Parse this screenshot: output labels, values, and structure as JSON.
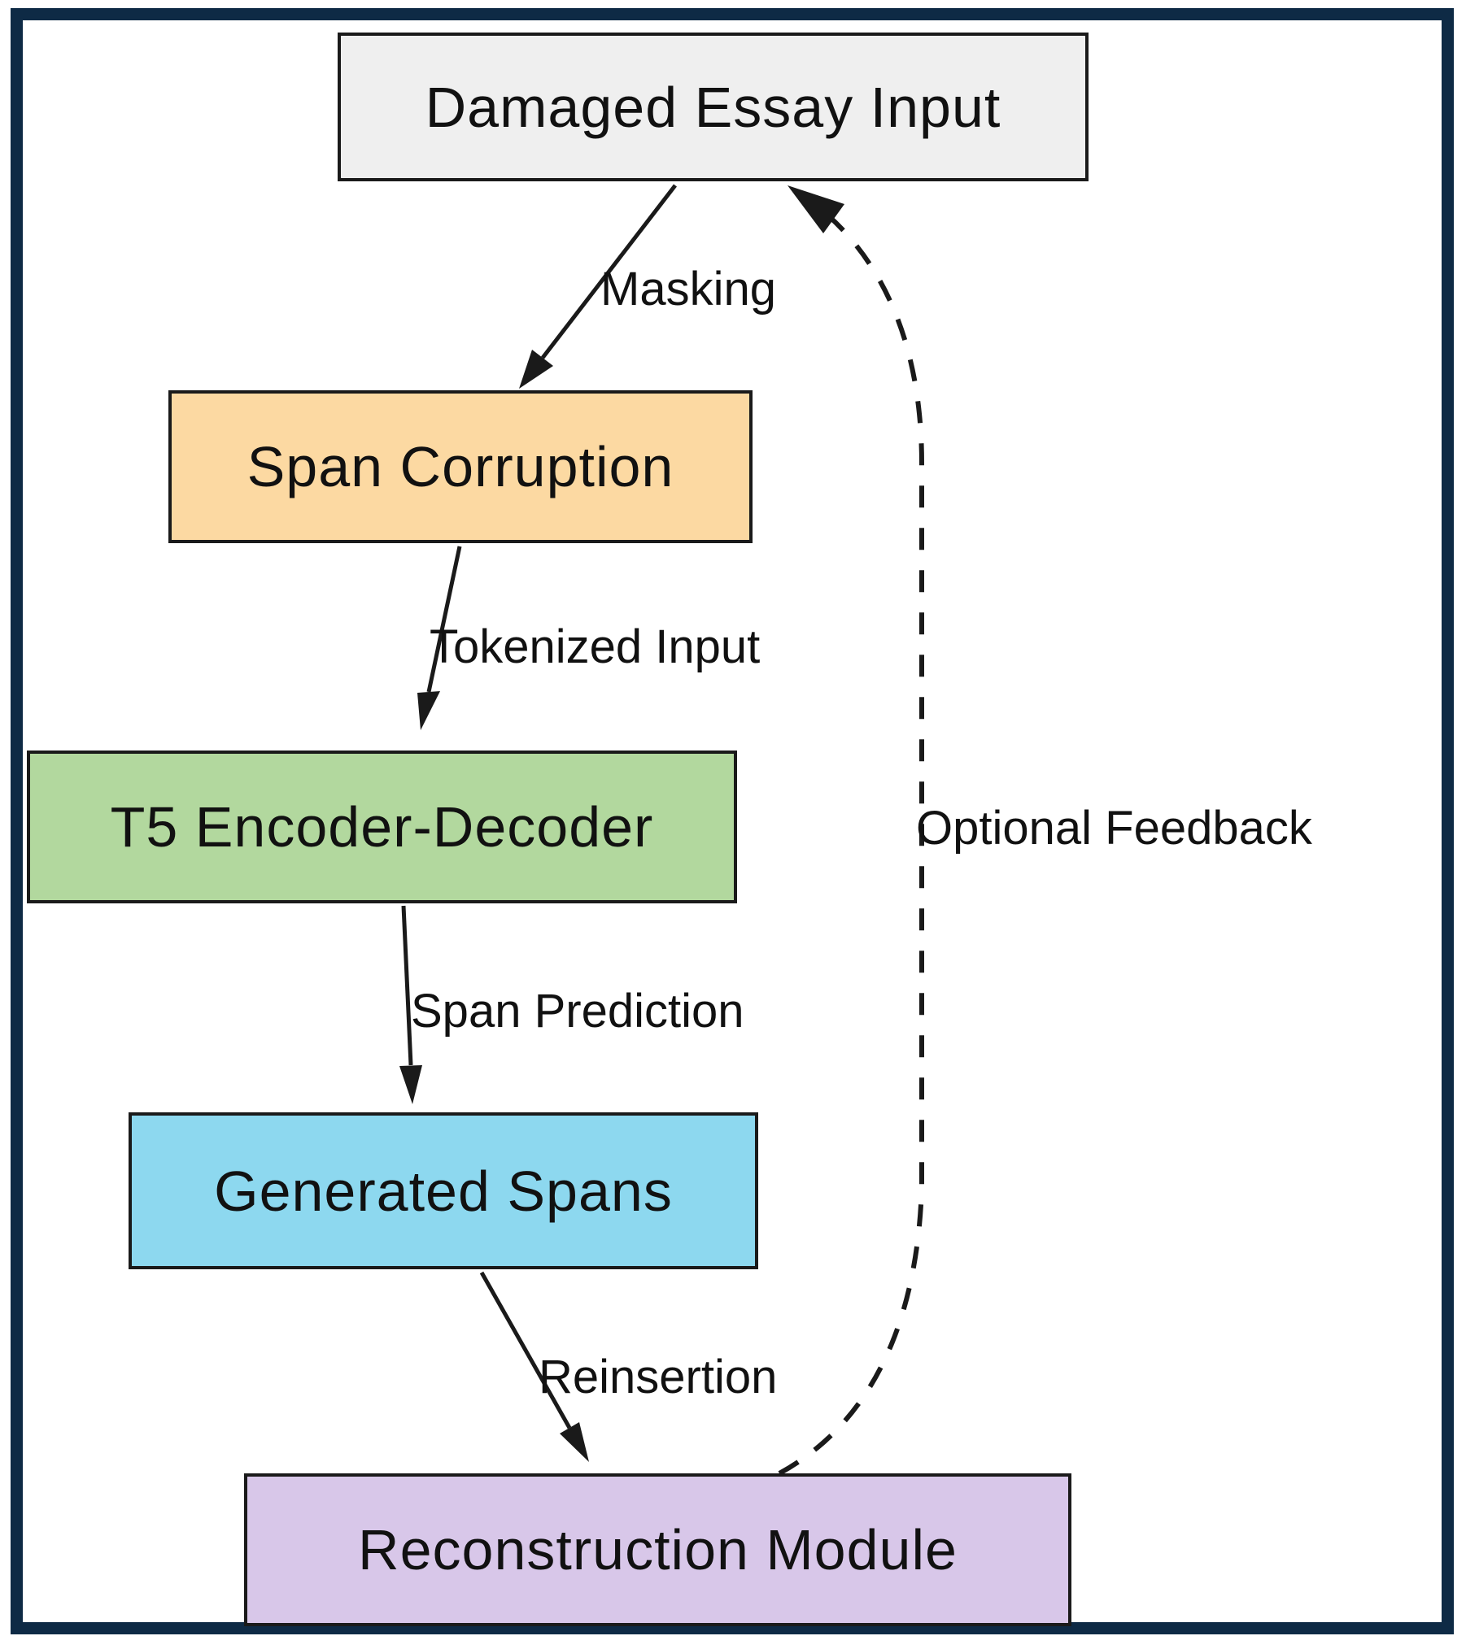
{
  "diagram": {
    "type": "flowchart",
    "nodes": [
      {
        "id": "damaged_essay_input",
        "label": "Damaged Essay Input",
        "fill": "#efefef"
      },
      {
        "id": "span_corruption",
        "label": "Span Corruption",
        "fill": "#fcd9a2"
      },
      {
        "id": "t5_encoder_decoder",
        "label": "T5 Encoder-Decoder",
        "fill": "#b2d89e"
      },
      {
        "id": "generated_spans",
        "label": "Generated Spans",
        "fill": "#8dd8ef"
      },
      {
        "id": "reconstruction_module",
        "label": "Reconstruction Module",
        "fill": "#d8c7e9"
      }
    ],
    "edges": [
      {
        "from": "damaged_essay_input",
        "to": "span_corruption",
        "label": "Masking",
        "style": "solid"
      },
      {
        "from": "span_corruption",
        "to": "t5_encoder_decoder",
        "label": "Tokenized Input",
        "style": "solid"
      },
      {
        "from": "t5_encoder_decoder",
        "to": "generated_spans",
        "label": "Span Prediction",
        "style": "solid"
      },
      {
        "from": "generated_spans",
        "to": "reconstruction_module",
        "label": "Reinsertion",
        "style": "solid"
      },
      {
        "from": "reconstruction_module",
        "to": "damaged_essay_input",
        "label": "Optional Feedback",
        "style": "dashed"
      }
    ],
    "colors": {
      "frame": "#0e2a45",
      "node_border": "#1a1a1a",
      "edge": "#1a1a1a",
      "background": "#ffffff"
    }
  }
}
